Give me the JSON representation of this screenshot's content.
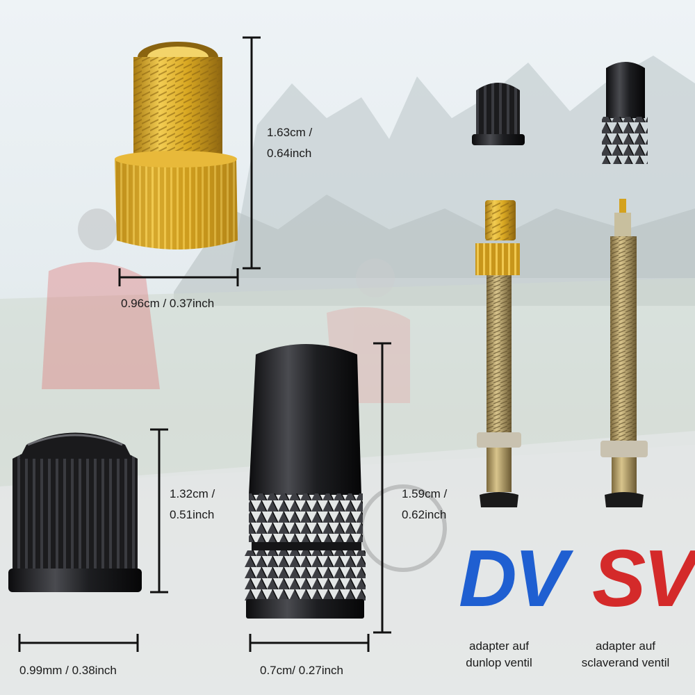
{
  "dimensions": {
    "adapter_height": "1.63cm /",
    "adapter_height_inch": "0.64inch",
    "adapter_width": "0.96cm / 0.37inch",
    "cap_height": "1.32cm /",
    "cap_height_inch": "0.51inch",
    "cap_width": "0.99mm / 0.38inch",
    "tall_cap_height": "1.59cm /",
    "tall_cap_height_inch": "0.62inch",
    "tall_cap_width": "0.7cm/ 0.27inch"
  },
  "valves": {
    "dv": {
      "badge": "DV",
      "color": "#1f5fd1",
      "caption_line1": "adapter auf",
      "caption_line2": "dunlop ventil"
    },
    "sv": {
      "badge": "SV",
      "color": "#d42a2a",
      "caption_line1": "adapter auf",
      "caption_line2": "sclaverand ventil"
    }
  },
  "colors": {
    "brass": "#d4a21e",
    "black_part": "#1c1c1e",
    "dimension_line": "#111111"
  }
}
